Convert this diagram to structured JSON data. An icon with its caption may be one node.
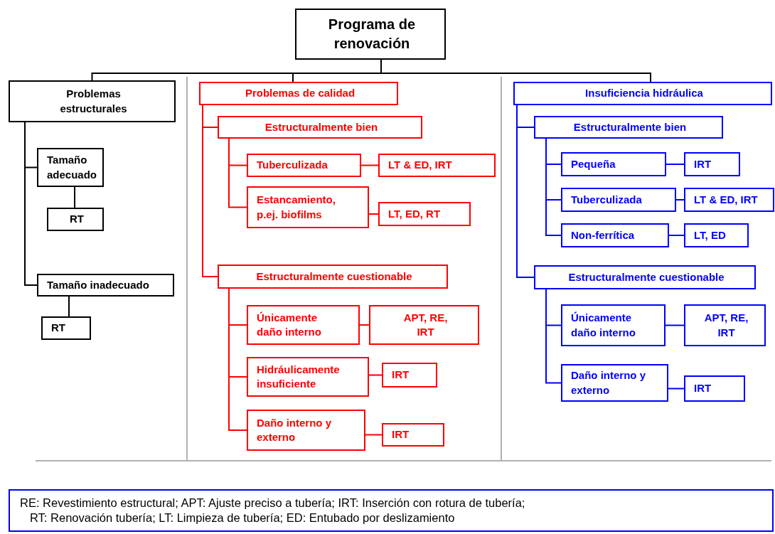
{
  "diagram": {
    "nodes": [
      {
        "text": [
          "Programa de renovación"
        ]
      },
      {
        "text": [
          "Problemas estructurales"
        ]
      },
      {
        "text": [
          "Tamaño adecuado"
        ]
      },
      {
        "text": [
          "RT"
        ]
      },
      {
        "text": [
          "Tamaño inadecuado"
        ]
      },
      {
        "text": [
          "RT"
        ]
      },
      {
        "text": [
          "Problemas de calidad"
        ]
      },
      {
        "text": [
          "Estructuralmente bien"
        ]
      },
      {
        "text": [
          "Tuberculizada"
        ]
      },
      {
        "text": [
          "LT & ED, IRT"
        ]
      },
      {
        "text": [
          "Estancamiento, p.ej. biofilms"
        ]
      },
      {
        "text": [
          "LT, ED, RT"
        ]
      },
      {
        "text": [
          "Estructuralmente cuestionable"
        ]
      },
      {
        "text": [
          "Únicamente daño interno"
        ]
      },
      {
        "text": [
          "APT, RE, IRT"
        ]
      },
      {
        "text": [
          "Hidráulicamente insuficiente"
        ]
      },
      {
        "text": [
          "IRT"
        ]
      },
      {
        "text": [
          "Daño interno y externo"
        ]
      },
      {
        "text": [
          "IRT"
        ]
      },
      {
        "text": [
          "Insuficiencia hidráulica"
        ]
      },
      {
        "text": [
          "Estructuralmente bien"
        ]
      },
      {
        "text": [
          "Pequeña"
        ]
      },
      {
        "text": [
          "IRT"
        ]
      },
      {
        "text": [
          "Tuberculizada"
        ]
      },
      {
        "text": [
          "LT & ED, IRT"
        ]
      },
      {
        "text": [
          "Non-ferrítica"
        ]
      },
      {
        "text": [
          "LT, ED"
        ]
      },
      {
        "text": [
          "Estructuralmente cuestionable"
        ]
      },
      {
        "text": [
          "Únicamente daño interno"
        ]
      },
      {
        "text": [
          "APT, RE, IRT"
        ]
      },
      {
        "text": [
          "Daño interno y externo"
        ]
      },
      {
        "text": [
          "IRT"
        ]
      },
      {
        "text": [
          "RE: Revestimiento estructural; APT: Ajuste preciso a tubería; IRT: Inserción con rotura de tubería;",
          "RT: Renovación tubería; LT: Limpieza de tubería; ED: Entubado por deslizamiento"
        ]
      }
    ],
    "edges": [
      {
        "from": 0,
        "to": 1,
        "arrow": "none",
        "color": "#000000"
      },
      {
        "from": 0,
        "to": 6,
        "arrow": "none",
        "color": "#000000"
      },
      {
        "from": 0,
        "to": 19,
        "arrow": "none",
        "color": "#000000"
      },
      {
        "from": 1,
        "to": 2,
        "arrow": "none",
        "color": "#000000"
      },
      {
        "from": 1,
        "to": 4,
        "arrow": "none",
        "color": "#000000"
      },
      {
        "from": 2,
        "to": 3,
        "arrow": "none",
        "color": "#000000"
      },
      {
        "from": 4,
        "to": 5,
        "arrow": "none",
        "color": "#000000"
      },
      {
        "from": 6,
        "to": 7,
        "arrow": "none",
        "color": "#ff0000"
      },
      {
        "from": 6,
        "to": 12,
        "arrow": "none",
        "color": "#ff0000"
      },
      {
        "from": 7,
        "to": 8,
        "arrow": "none",
        "color": "#ff0000"
      },
      {
        "from": 7,
        "to": 10,
        "arrow": "none",
        "color": "#ff0000"
      },
      {
        "from": 8,
        "to": 9,
        "arrow": "none",
        "color": "#ff0000"
      },
      {
        "from": 10,
        "to": 11,
        "arrow": "none",
        "color": "#ff0000"
      },
      {
        "from": 12,
        "to": 13,
        "arrow": "none",
        "color": "#ff0000"
      },
      {
        "from": 12,
        "to": 15,
        "arrow": "none",
        "color": "#ff0000"
      },
      {
        "from": 12,
        "to": 17,
        "arrow": "none",
        "color": "#ff0000"
      },
      {
        "from": 13,
        "to": 14,
        "arrow": "none",
        "color": "#ff0000"
      },
      {
        "from": 15,
        "to": 16,
        "arrow": "none",
        "color": "#ff0000"
      },
      {
        "from": 17,
        "to": 18,
        "arrow": "none",
        "color": "#ff0000"
      },
      {
        "from": 19,
        "to": 20,
        "arrow": "none",
        "color": "#0000ff"
      },
      {
        "from": 19,
        "to": 27,
        "arrow": "none",
        "color": "#0000ff"
      },
      {
        "from": 20,
        "to": 21,
        "arrow": "none",
        "color": "#0000ff"
      },
      {
        "from": 20,
        "to": 23,
        "arrow": "none",
        "color": "#0000ff"
      },
      {
        "from": 20,
        "to": 25,
        "arrow": "none",
        "color": "#0000ff"
      },
      {
        "from": 21,
        "to": 22,
        "arrow": "none",
        "color": "#0000ff"
      },
      {
        "from": 23,
        "to": 24,
        "arrow": "none",
        "color": "#0000ff"
      },
      {
        "from": 25,
        "to": 26,
        "arrow": "none",
        "color": "#0000ff"
      },
      {
        "from": 27,
        "to": 28,
        "arrow": "none",
        "color": "#0000ff"
      },
      {
        "from": 27,
        "to": 30,
        "arrow": "none",
        "color": "#0000ff"
      },
      {
        "from": 28,
        "to": 29,
        "arrow": "none",
        "color": "#0000ff"
      },
      {
        "from": 30,
        "to": 31,
        "arrow": "none",
        "color": "#0000ff"
      }
    ]
  }
}
